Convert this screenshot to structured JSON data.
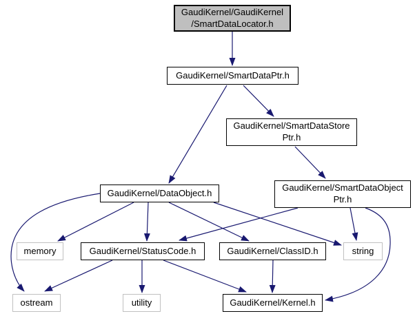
{
  "diagram": {
    "type": "include-dependency-graph",
    "colors": {
      "edge": "#191970",
      "node_fill": "#ffffff",
      "node_border": "#000000",
      "current_node_fill": "#bfbfbf",
      "external_node_border": "#c0c0c0",
      "text": "#000000"
    },
    "nodes": {
      "locator": {
        "line1": "GaudiKernel/GaudiKernel",
        "line2": "/SmartDataLocator.h"
      },
      "smartdataptr": {
        "label": "GaudiKernel/SmartDataPtr.h"
      },
      "smartdatastoreptr": {
        "line1": "GaudiKernel/SmartDataStore",
        "line2": "Ptr.h"
      },
      "smartdataobjectptr": {
        "line1": "GaudiKernel/SmartDataObject",
        "line2": "Ptr.h"
      },
      "dataobject": {
        "label": "GaudiKernel/DataObject.h"
      },
      "memory": {
        "label": "memory"
      },
      "statuscode": {
        "label": "GaudiKernel/StatusCode.h"
      },
      "classid": {
        "label": "GaudiKernel/ClassID.h"
      },
      "string": {
        "label": "string"
      },
      "ostream": {
        "label": "ostream"
      },
      "utility": {
        "label": "utility"
      },
      "kernel": {
        "label": "GaudiKernel/Kernel.h"
      }
    },
    "edges": [
      {
        "from": "GaudiKernel/GaudiKernel/SmartDataLocator.h",
        "to": "GaudiKernel/SmartDataPtr.h"
      },
      {
        "from": "GaudiKernel/SmartDataPtr.h",
        "to": "GaudiKernel/DataObject.h"
      },
      {
        "from": "GaudiKernel/SmartDataPtr.h",
        "to": "GaudiKernel/SmartDataStorePtr.h"
      },
      {
        "from": "GaudiKernel/SmartDataStorePtr.h",
        "to": "GaudiKernel/SmartDataObjectPtr.h"
      },
      {
        "from": "GaudiKernel/DataObject.h",
        "to": "memory"
      },
      {
        "from": "GaudiKernel/DataObject.h",
        "to": "GaudiKernel/StatusCode.h"
      },
      {
        "from": "GaudiKernel/DataObject.h",
        "to": "GaudiKernel/ClassID.h"
      },
      {
        "from": "GaudiKernel/DataObject.h",
        "to": "string"
      },
      {
        "from": "GaudiKernel/DataObject.h",
        "to": "ostream"
      },
      {
        "from": "GaudiKernel/SmartDataObjectPtr.h",
        "to": "GaudiKernel/StatusCode.h"
      },
      {
        "from": "GaudiKernel/SmartDataObjectPtr.h",
        "to": "string"
      },
      {
        "from": "GaudiKernel/SmartDataObjectPtr.h",
        "to": "GaudiKernel/Kernel.h"
      },
      {
        "from": "GaudiKernel/StatusCode.h",
        "to": "ostream"
      },
      {
        "from": "GaudiKernel/StatusCode.h",
        "to": "utility"
      },
      {
        "from": "GaudiKernel/StatusCode.h",
        "to": "GaudiKernel/Kernel.h"
      },
      {
        "from": "GaudiKernel/ClassID.h",
        "to": "GaudiKernel/Kernel.h"
      }
    ]
  }
}
